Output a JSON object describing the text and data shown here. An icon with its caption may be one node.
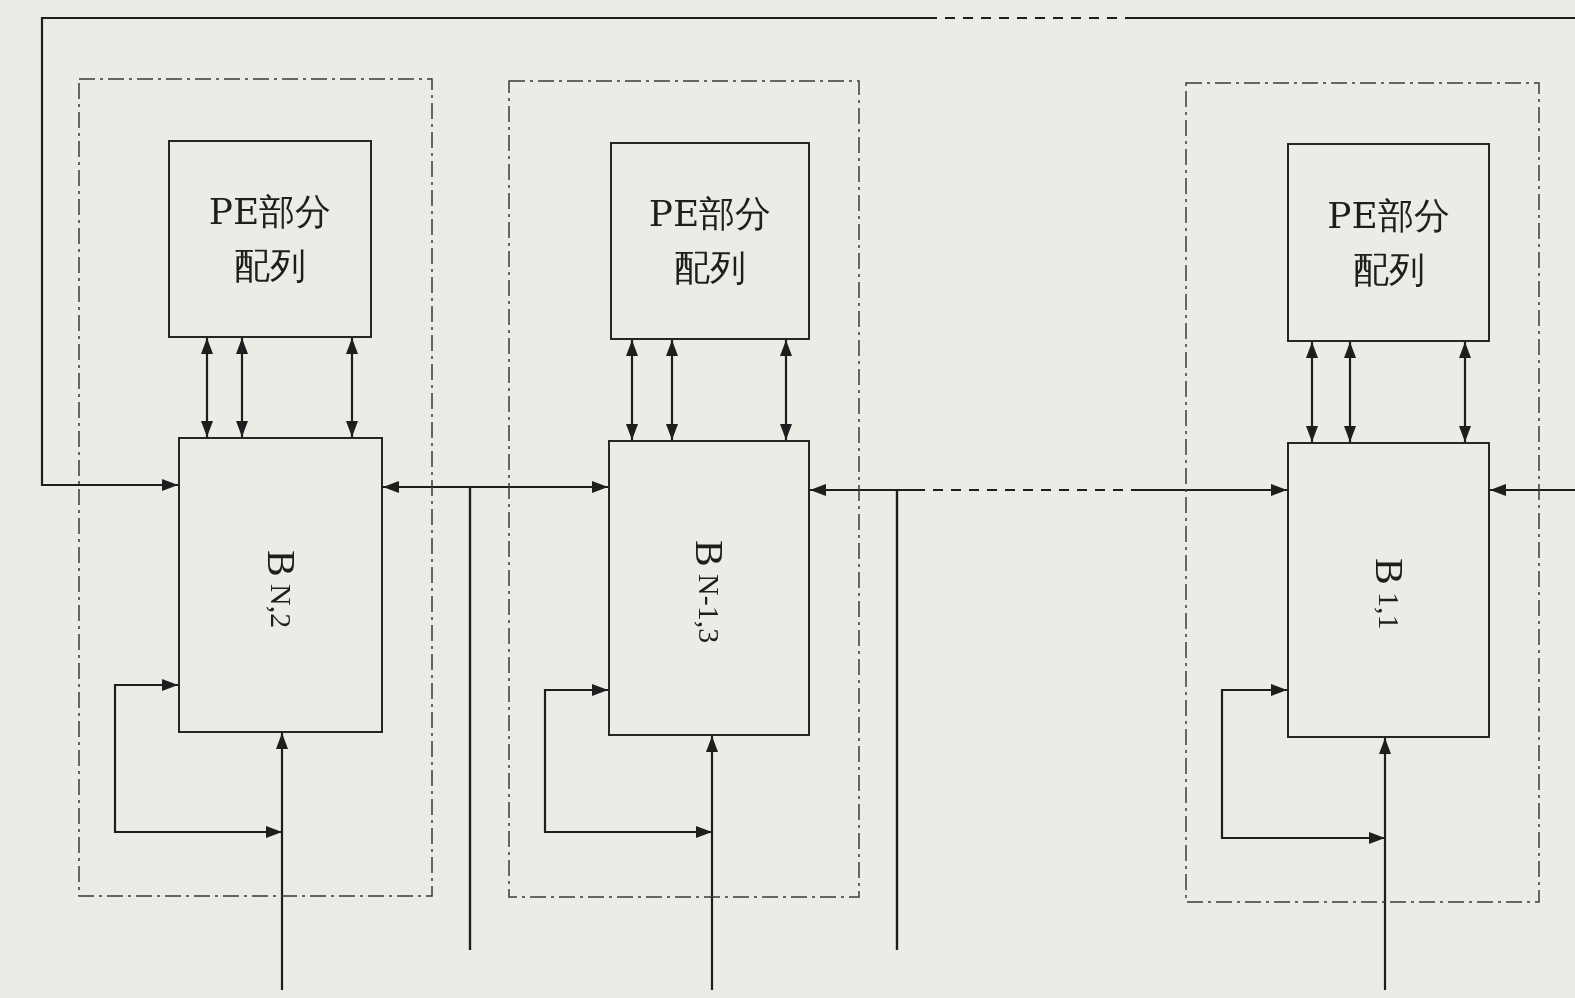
{
  "diagram": {
    "nodes": [
      {
        "text": [],
        "shape": "box"
      },
      {
        "text": [
          "PE部分配列"
        ],
        "in": 0
      },
      {
        "text": [
          "B$_{N,2}$"
        ],
        "in": 0
      },
      {
        "text": [],
        "shape": "box"
      },
      {
        "text": [
          "PE部分配列"
        ],
        "in": 3
      },
      {
        "text": [
          "B$_{N-1,3}$"
        ],
        "in": 3
      },
      {
        "text": [],
        "shape": "box"
      },
      {
        "text": [
          "PE部分配列"
        ],
        "in": 6
      },
      {
        "text": [
          "B$_{1,1}$"
        ],
        "in": 6
      }
    ],
    "edges": [
      {
        "from": null,
        "to": 2,
        "arrow": "to",
        "style": "dashed"
      },
      {
        "from": 1,
        "to": 2,
        "arrow": "both"
      },
      {
        "from": 1,
        "to": 2,
        "arrow": "both"
      },
      {
        "from": 1,
        "to": 2,
        "arrow": "both"
      },
      {
        "from": null,
        "to": 2,
        "arrow": "to"
      },
      {
        "from": null,
        "to": 5,
        "arrow": "to"
      },
      {
        "from": null,
        "to": 2,
        "arrow": "to"
      },
      {
        "from": null,
        "to": 2,
        "arrow": "both"
      },
      {
        "from": 4,
        "to": 5,
        "arrow": "both"
      },
      {
        "from": 4,
        "to": 5,
        "arrow": "both"
      },
      {
        "from": 4,
        "to": 5,
        "arrow": "both"
      },
      {
        "from": null,
        "to": 5,
        "arrow": "to"
      },
      {
        "from": null,
        "to": 8,
        "arrow": "to",
        "style": "dashed"
      },
      {
        "from": null,
        "to": 5,
        "arrow": "to"
      },
      {
        "from": null,
        "to": 5,
        "arrow": "both"
      },
      {
        "from": 7,
        "to": 8,
        "arrow": "both"
      },
      {
        "from": 7,
        "to": 8,
        "arrow": "both"
      },
      {
        "from": 7,
        "to": 8,
        "arrow": "both"
      },
      {
        "from": null,
        "to": 8,
        "arrow": "to"
      },
      {
        "from": null,
        "to": 8,
        "arrow": "to"
      },
      {
        "from": null,
        "to": 8,
        "arrow": "both"
      }
    ]
  }
}
